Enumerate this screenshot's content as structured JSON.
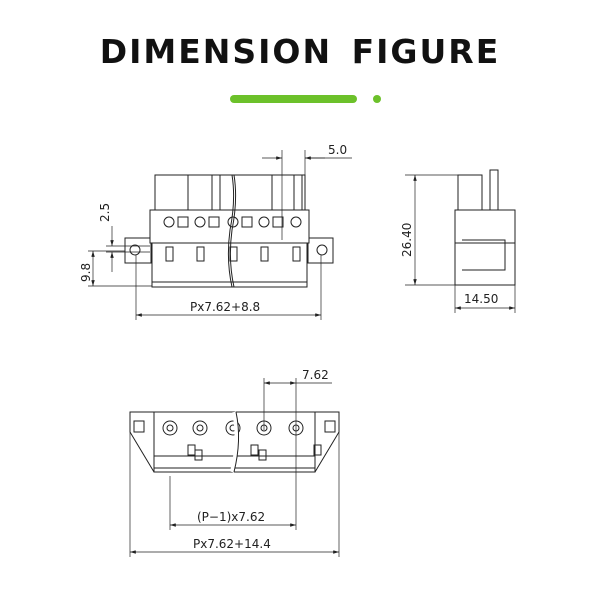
{
  "header": {
    "title": "DIMENSION FIGURE"
  },
  "colors": {
    "accent": "#6cc12a",
    "line": "#222222"
  },
  "dimensions": {
    "pitch_top": "5.0",
    "offset_small": "2.5",
    "height_front": "9.8",
    "width_front": "Px7.62+8.8",
    "height_side": "26.40",
    "width_side": "14.50",
    "pitch_bottom": "7.62",
    "pin_span": "(P−1)x7.62",
    "width_bottom": "Px7.62+14.4"
  }
}
